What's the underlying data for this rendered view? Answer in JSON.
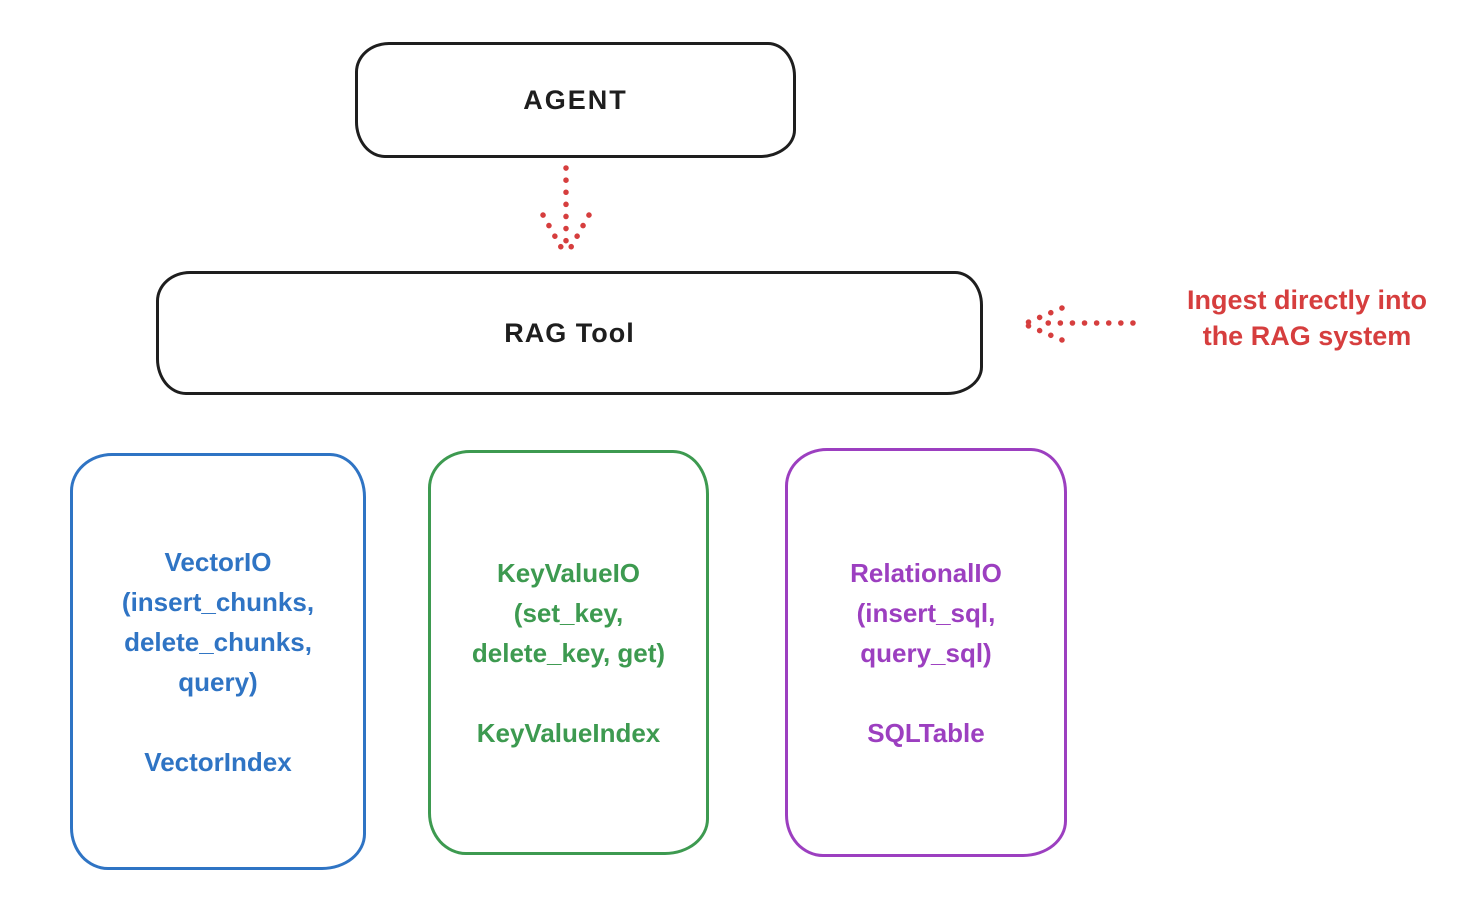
{
  "diagram": {
    "title_hint": "RAG Tool architecture sketch",
    "colors": {
      "stroke_black": "#1e1e1e",
      "accent_red": "#d63e3e",
      "vector_blue": "#2f74c4",
      "keyvalue_green": "#3d9a50",
      "relational_purple": "#9c3fc0",
      "background": "#ffffff"
    },
    "nodes": {
      "agent": {
        "label": "AGENT"
      },
      "rag_tool": {
        "label": "RAG Tool"
      },
      "vector": {
        "lines": [
          "VectorIO",
          "(insert_chunks,",
          "delete_chunks,",
          "query)"
        ],
        "index": "VectorIndex"
      },
      "keyvalue": {
        "lines": [
          "KeyValueIO",
          "(set_key,",
          "delete_key, get)"
        ],
        "index": "KeyValueIndex"
      },
      "relational": {
        "lines": [
          "RelationalIO",
          "(insert_sql,",
          "query_sql)"
        ],
        "index": "SQLTable"
      }
    },
    "annotation": {
      "lines": [
        "Ingest directly into",
        "the RAG system"
      ]
    },
    "arrows": [
      {
        "name": "agent-to-rag-arrow",
        "style": "dotted",
        "color": "#d63e3e",
        "direction": "down"
      },
      {
        "name": "ingest-annotation-arrow",
        "style": "dotted",
        "color": "#d63e3e",
        "direction": "left"
      }
    ]
  }
}
